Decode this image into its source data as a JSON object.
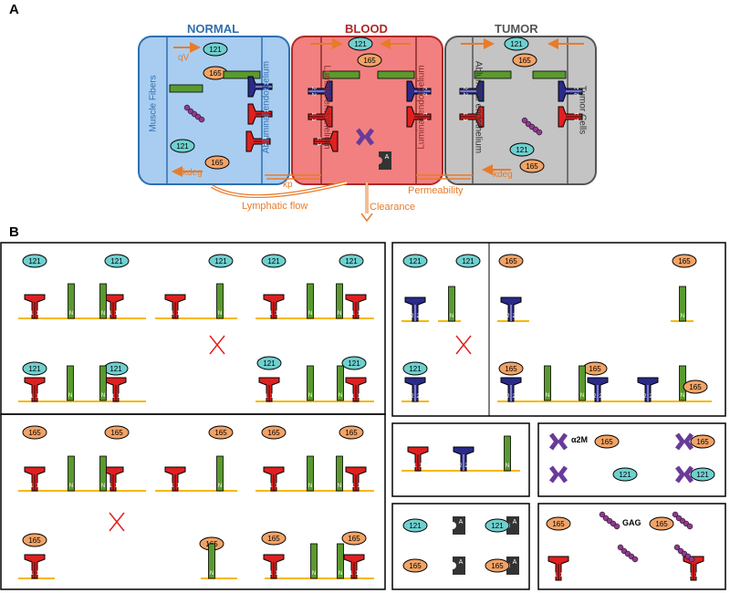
{
  "panel_a": {
    "letter": "A",
    "compartments": {
      "normal": "NORMAL",
      "blood": "BLOOD",
      "tumor": "TUMOR"
    },
    "side_labels": {
      "muscle": "Muscle Fibers",
      "ab_endo_left": "Abluminal endothelium",
      "lum_endo_left": "Luminal endothelium",
      "lum_endo_right": "Luminal endothelium",
      "ab_endo_right": "Abluminal endothelium",
      "tumor_cells": "Tumor Cells"
    },
    "flows": {
      "qv": "qV",
      "kdeg_left": "kdeg",
      "kp": "kp",
      "lymphatic": "Lymphatic flow",
      "clearance": "Clearance",
      "permeability": "Permeability",
      "kdeg_right": "kdeg"
    }
  },
  "panel_b": {
    "letter": "B",
    "ligand_121": "121",
    "ligand_165": "165",
    "r1_label": "1 1",
    "r2_label": "2 2",
    "n_label": "N",
    "a_label": "A",
    "plus": "+",
    "a2m": "α2M",
    "gag": "GAG"
  },
  "colors": {
    "normal_fill": "#a9cdf0",
    "normal_border": "#2f6fb0",
    "blood_fill": "#f28080",
    "blood_border": "#b02828",
    "tumor_fill": "#c4c4c4",
    "tumor_border": "#555555",
    "vegf121": "#6fd0cf",
    "vegf165": "#f2a366",
    "vegfr1": "#e02020",
    "vegfr2": "#2a2a8a",
    "nrp1": "#5a9a2e",
    "membrane": "#f5b800",
    "gag": "#8e3a8e",
    "orange_arrow": "#e87b2a"
  }
}
